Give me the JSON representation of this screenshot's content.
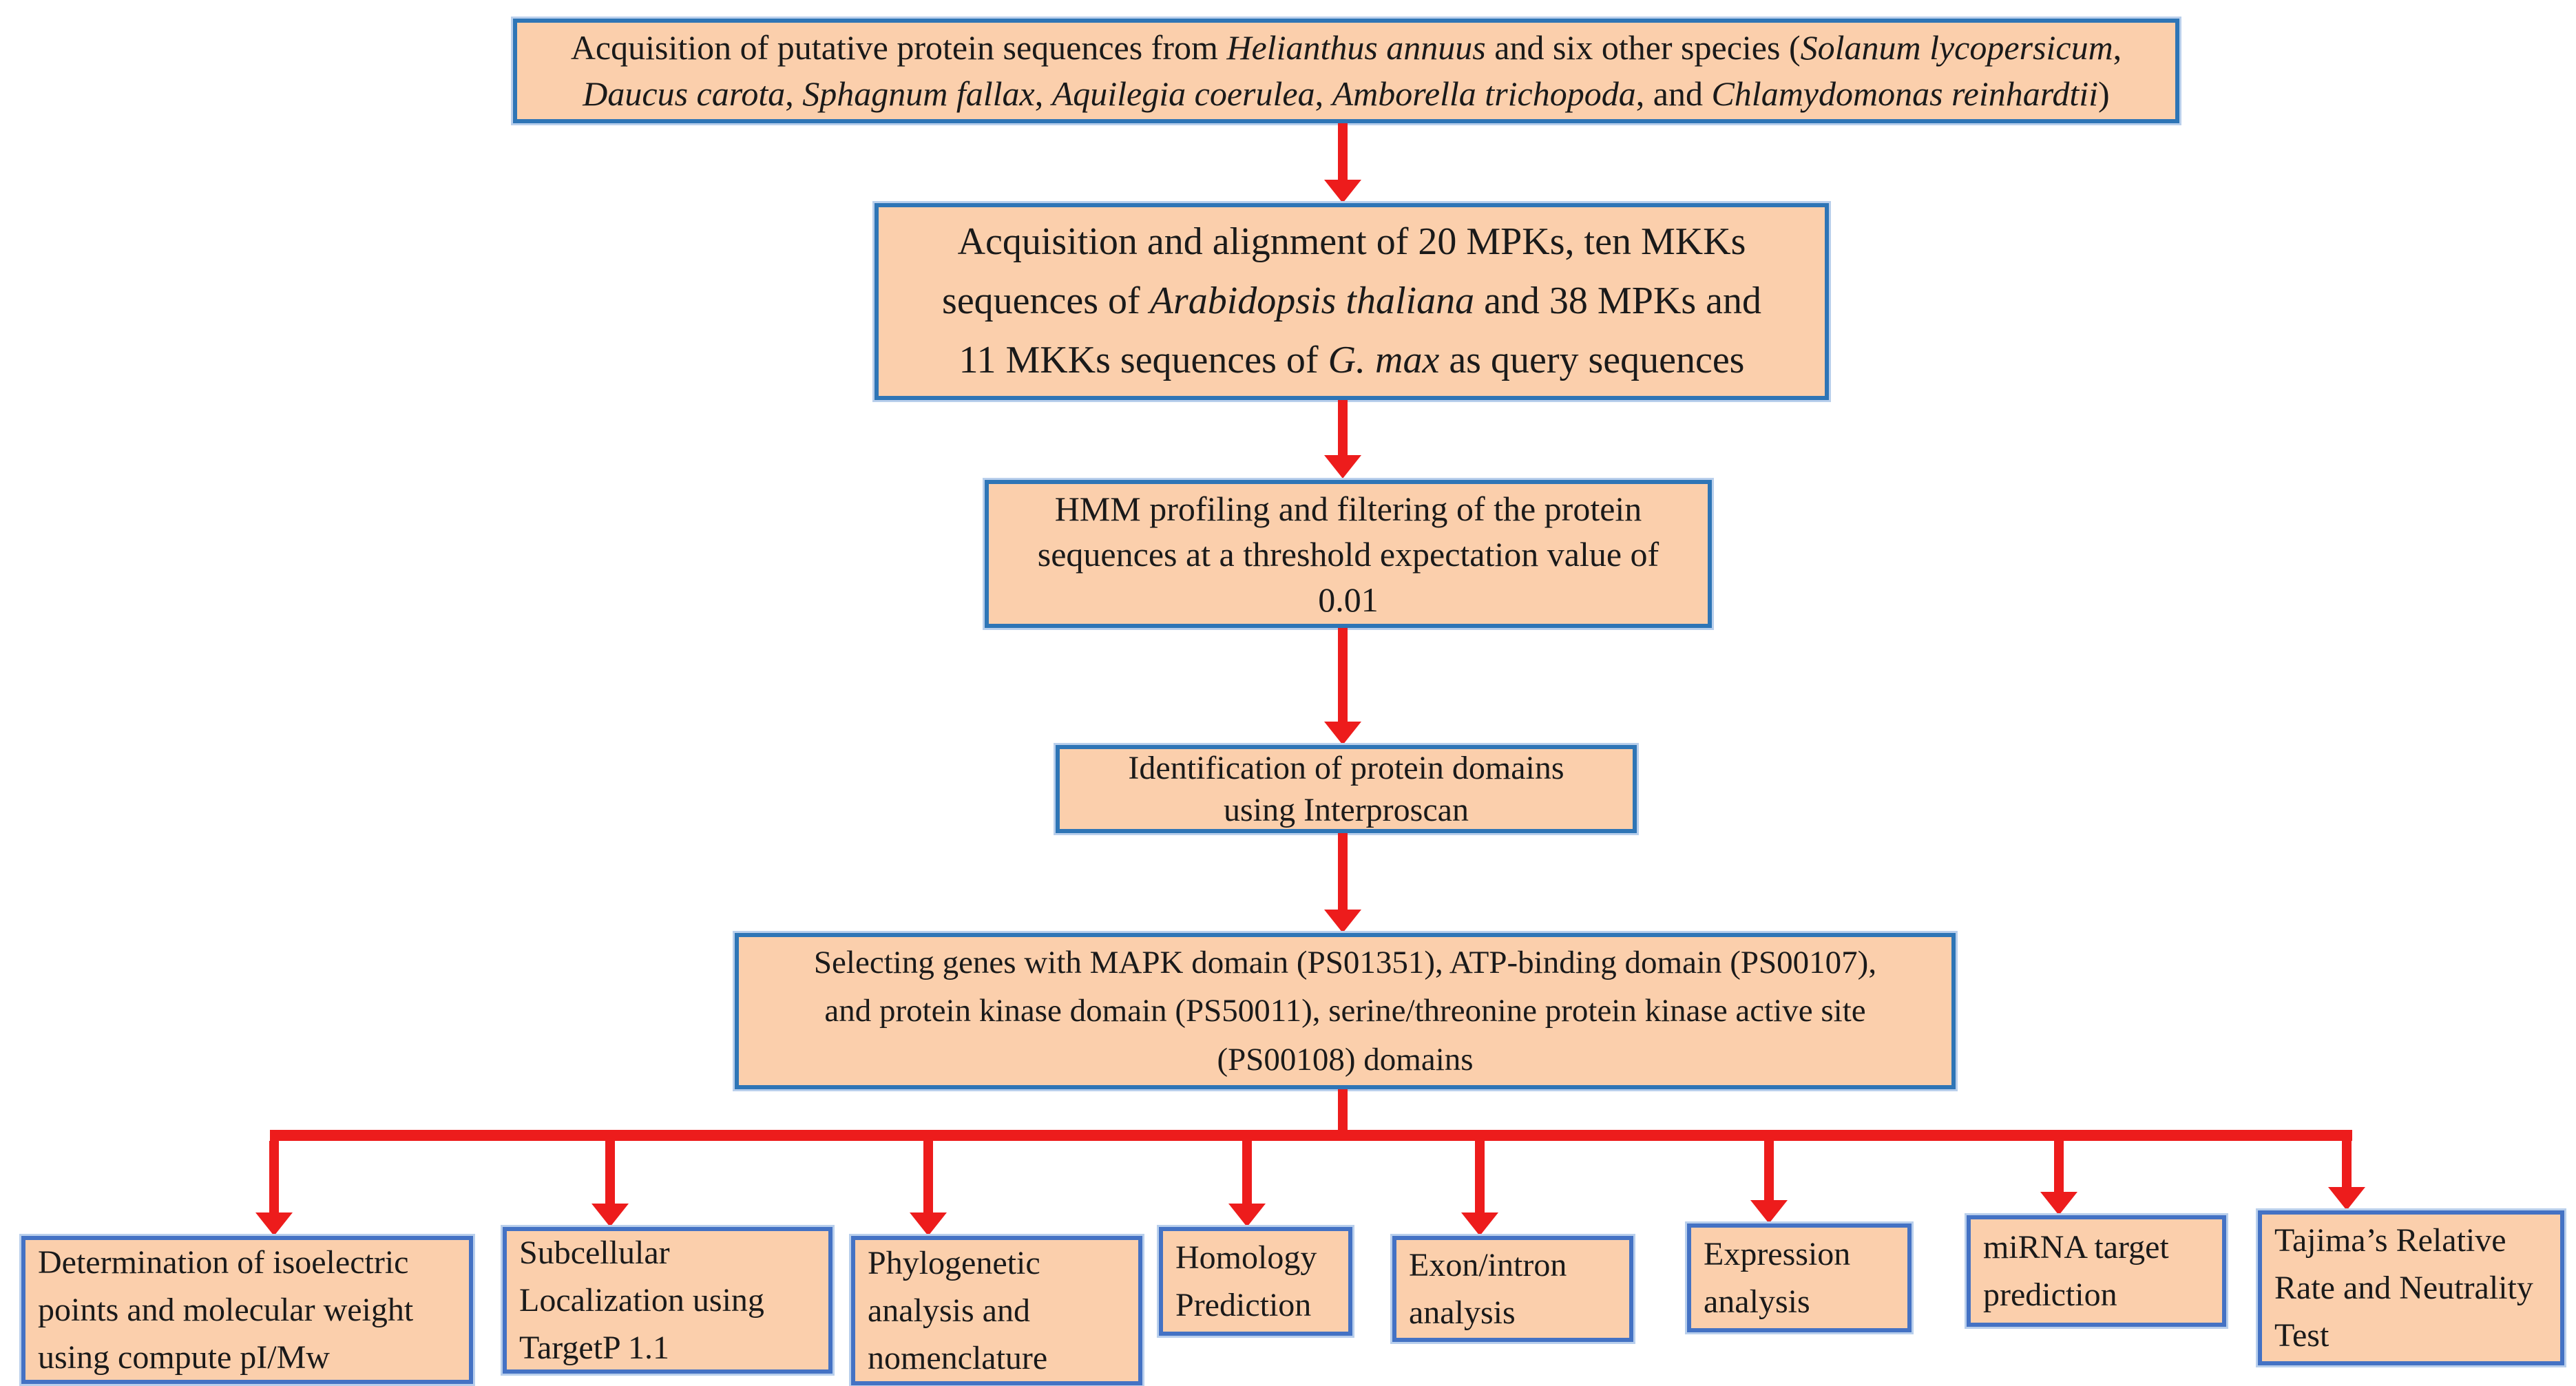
{
  "colors": {
    "box_fill": "#FBCFAC",
    "box_border_main": "#2E75B6",
    "box_border_leaf": "#4472C4",
    "arrow": "#ED1C1C",
    "background": "#FFFFFF"
  },
  "diagram": {
    "type": "flowchart",
    "direction": "top-down",
    "nodes": {
      "acquisition_species": {
        "lines": [
          [
            {
              "t": "Acquisition of putative protein sequences from "
            },
            {
              "t": "Helianthus annuus",
              "i": true
            },
            {
              "t": " and six other species ("
            },
            {
              "t": "Solanum lycopersicum",
              "i": true
            },
            {
              "t": ","
            }
          ],
          [
            {
              "t": "Daucus carota",
              "i": true
            },
            {
              "t": ", "
            },
            {
              "t": "Sphagnum fallax",
              "i": true
            },
            {
              "t": ", "
            },
            {
              "t": "Aquilegia coerulea",
              "i": true
            },
            {
              "t": ", "
            },
            {
              "t": "Amborella trichopoda",
              "i": true
            },
            {
              "t": ", and "
            },
            {
              "t": "Chlamydomonas reinhardtii",
              "i": true
            },
            {
              "t": ")"
            }
          ]
        ]
      },
      "query_sequences": {
        "lines": [
          [
            "Acquisition and alignment of 20 MPKs, ten MKKs"
          ],
          [
            {
              "t": "sequences of "
            },
            {
              "t": "Arabidopsis thaliana",
              "i": true
            },
            {
              "t": " and 38 MPKs and"
            }
          ],
          [
            {
              "t": "11 MKKs sequences of "
            },
            {
              "t": "G. max",
              "i": true
            },
            {
              "t": " as query sequences"
            }
          ]
        ]
      },
      "hmm_profiling": {
        "lines": [
          [
            "HMM profiling and filtering of the protein"
          ],
          [
            "sequences at a threshold expectation value of"
          ],
          [
            "0.01"
          ]
        ]
      },
      "domain_identification": {
        "lines": [
          [
            "Identification of protein domains"
          ],
          [
            "using Interproscan"
          ]
        ]
      },
      "gene_selection": {
        "lines": [
          [
            "Selecting genes with MAPK domain (PS01351), ATP-binding domain (PS00107),"
          ],
          [
            "and protein kinase domain (PS50011), serine/threonine protein kinase active site"
          ],
          [
            "(PS00108) domains"
          ]
        ]
      },
      "leaves": [
        {
          "lines": [
            [
              "Determination of isoelectric"
            ],
            [
              "points and molecular weight"
            ],
            [
              "using compute pI/Mw"
            ]
          ]
        },
        {
          "lines": [
            [
              "Subcellular"
            ],
            [
              "Localization using"
            ],
            [
              "TargetP 1.1"
            ]
          ]
        },
        {
          "lines": [
            [
              "Phylogenetic"
            ],
            [
              "analysis and"
            ],
            [
              "nomenclature"
            ]
          ]
        },
        {
          "lines": [
            [
              "Homology"
            ],
            [
              "Prediction"
            ]
          ]
        },
        {
          "lines": [
            [
              "Exon/intron"
            ],
            [
              "analysis"
            ]
          ]
        },
        {
          "lines": [
            [
              "Expression"
            ],
            [
              "analysis"
            ]
          ]
        },
        {
          "lines": [
            [
              "miRNA target"
            ],
            [
              "prediction"
            ]
          ]
        },
        {
          "lines": [
            [
              "Tajima’s Relative"
            ],
            [
              "Rate and Neutrality"
            ],
            [
              "Test"
            ]
          ]
        }
      ]
    }
  }
}
